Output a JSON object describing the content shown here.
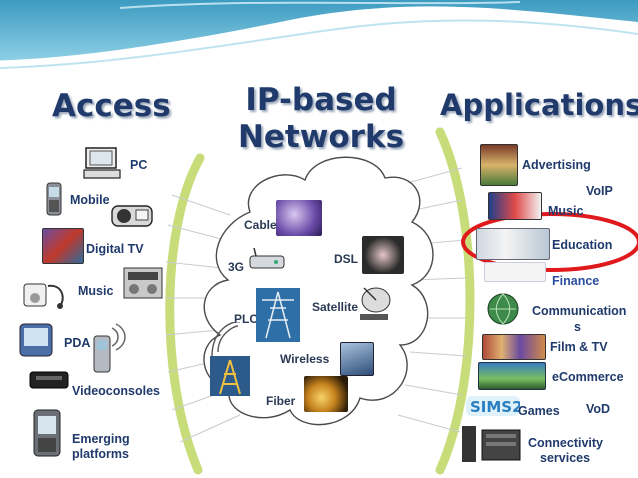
{
  "headings": {
    "access": "Access",
    "networks_line1": "IP-based",
    "networks_line2": "Networks",
    "applications": "Applications"
  },
  "access_items": [
    {
      "label": "PC",
      "icon": "pc-icon"
    },
    {
      "label": "Mobile",
      "icon": "mobile-phone-icon"
    },
    {
      "label": "Digital TV",
      "icon": "tv-icon"
    },
    {
      "label": "Music",
      "icon": "music-player-icon"
    },
    {
      "label": "PDA",
      "icon": "pda-icon"
    },
    {
      "label": "Videoconsoles",
      "icon": "game-console-icon"
    },
    {
      "label": "Emerging",
      "icon": "emerging-device-icon"
    },
    {
      "label": "platforms"
    }
  ],
  "network_items": [
    {
      "label": "Cable",
      "icon": "cable-icon"
    },
    {
      "label": "3G",
      "icon": "3g-router-icon"
    },
    {
      "label": "DSL",
      "icon": "dsl-icon"
    },
    {
      "label": "PLC",
      "icon": "power-line-icon"
    },
    {
      "label": "Satellite",
      "icon": "satellite-dish-icon"
    },
    {
      "label": "Wireless",
      "icon": "wireless-tower-icon"
    },
    {
      "label": "Fiber",
      "icon": "fiber-optic-icon"
    }
  ],
  "application_items": [
    {
      "label": "Advertising",
      "icon": "advertising-icon"
    },
    {
      "label": "VoIP"
    },
    {
      "label": "Music",
      "icon": "music-icon"
    },
    {
      "label": "Education",
      "icon": "education-icon"
    },
    {
      "label": "Finance",
      "icon": "finance-icon"
    },
    {
      "label": "Communication",
      "icon": "globe-icon"
    },
    {
      "label": "s"
    },
    {
      "label": "Film & TV",
      "icon": "film-icon"
    },
    {
      "label": "eCommerce",
      "icon": "ecommerce-icon"
    },
    {
      "label": "Games",
      "icon": "games-icon"
    },
    {
      "label": "VoD"
    },
    {
      "label": "Connectivity",
      "icon": "server-icon"
    },
    {
      "label": "services"
    }
  ],
  "colors": {
    "heading": "#1f3a6b",
    "highlight_ellipse": "#e0191c",
    "bracket": "#c9dc7a",
    "banner": "#5aaecb"
  }
}
